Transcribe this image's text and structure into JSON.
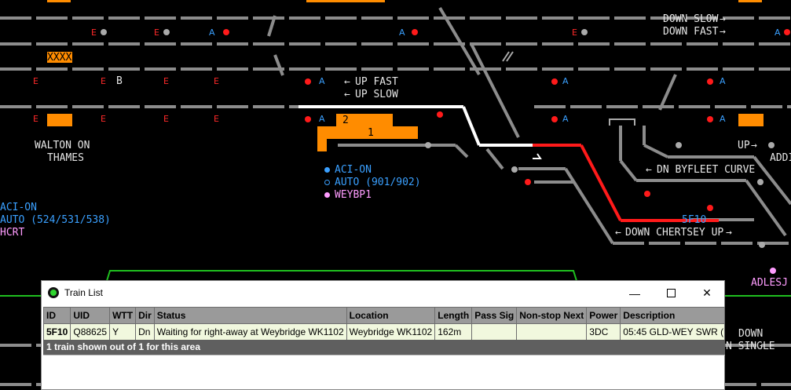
{
  "colors": {
    "track": "#8c8c8c",
    "route_set": "#ffffff",
    "occupied": "#ff1a1a",
    "platform": "#ff8c00",
    "aci": "#3aa0ff",
    "weybp": "#ff9cff",
    "green_outline": "#1fbf1f",
    "window_bg": "#ffffff",
    "header_bg": "#9a9a9a",
    "row_bg": "#f1f8de",
    "footer_bg": "#5f5f5f"
  },
  "diagram": {
    "tracks": {
      "down_slow": "DOWN SLOW",
      "down_fast": "DOWN FAST",
      "up_fast": "UP FAST",
      "up_slow": "UP SLOW",
      "dn_byfleet_curve": "DN BYFLEET CURVE",
      "down_chertsey_up": "DOWN CHERTSEY UP",
      "down_right": "DOWN",
      "single_right": "N SINGLE",
      "up_right": "UP",
      "addi": "ADDI"
    },
    "stations": {
      "walton_line1": "WALTON ON",
      "walton_line2": "THAMES"
    },
    "platforms": {
      "xxxx": "XXXX",
      "p1": "1",
      "p2": "2"
    },
    "train_berth": "5F10",
    "signal_letters": {
      "e": "E",
      "a": "A",
      "b": "B"
    },
    "legend_center": {
      "aci_on": "ACI-ON",
      "auto": "AUTO (901/902)",
      "weybp": "WEYBP1"
    },
    "legend_left": {
      "aci_on": "ACI-ON",
      "auto": "AUTO (524/531/538)",
      "hcrt": "HCRT"
    },
    "adlesj": "ADLESJ"
  },
  "train_list_window": {
    "title": "Train List",
    "app_icon": "train-app-icon",
    "controls": {
      "minimize_icon": "minimize-icon",
      "maximize_icon": "maximize-icon",
      "close_icon": "close-icon"
    },
    "columns": [
      "ID",
      "UID",
      "WTT",
      "Dir",
      "Status",
      "Location",
      "Length",
      "Pass Sig",
      "Non-stop Next",
      "Power",
      "Description"
    ],
    "rows": [
      {
        "id": "5F10",
        "uid": "Q88625",
        "wtt": "Y",
        "dir": "Dn",
        "status": "Waiting for right-away at Weybridge WK1102",
        "location": "Weybridge WK1102",
        "length": "162m",
        "pass_sig": "",
        "non_stop_next": "",
        "power": "3DC",
        "description": "05:45 GLD-WEY SWR ("
      }
    ],
    "footer": "1 train shown out of 1 for this area"
  }
}
